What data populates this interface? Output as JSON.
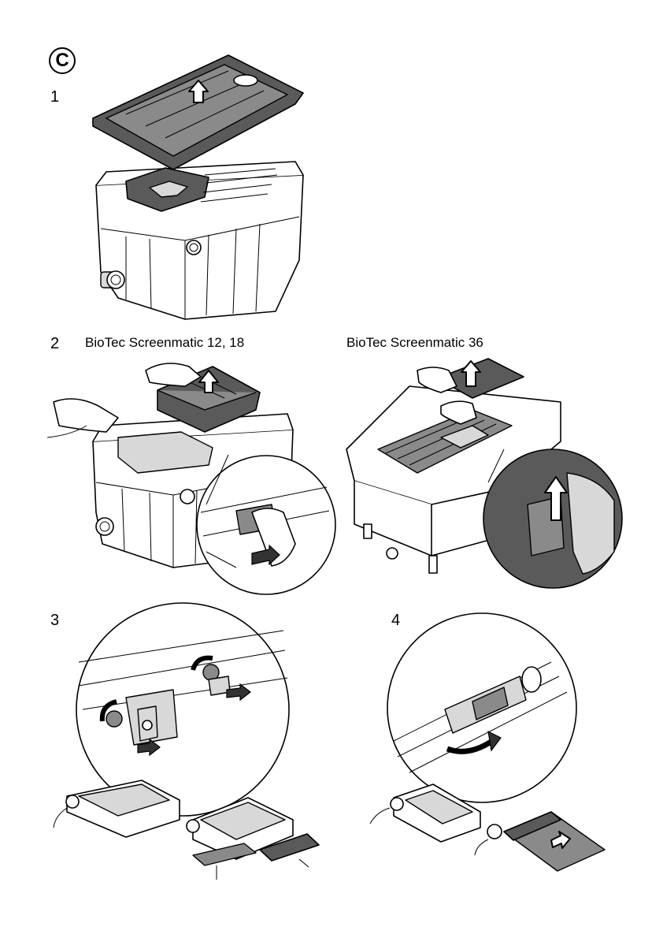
{
  "section": {
    "letter": "C"
  },
  "steps": [
    {
      "number": "1"
    },
    {
      "number": "2",
      "captions": [
        "BioTec Screenmatic 12, 18",
        "BioTec Screenmatic 36"
      ]
    },
    {
      "number": "3"
    },
    {
      "number": "4"
    }
  ],
  "colors": {
    "line": "#000000",
    "shade_dark": "#5a5a5a",
    "shade_mid": "#8a8a8a",
    "shade_light": "#d8d8d8",
    "background": "#ffffff"
  }
}
